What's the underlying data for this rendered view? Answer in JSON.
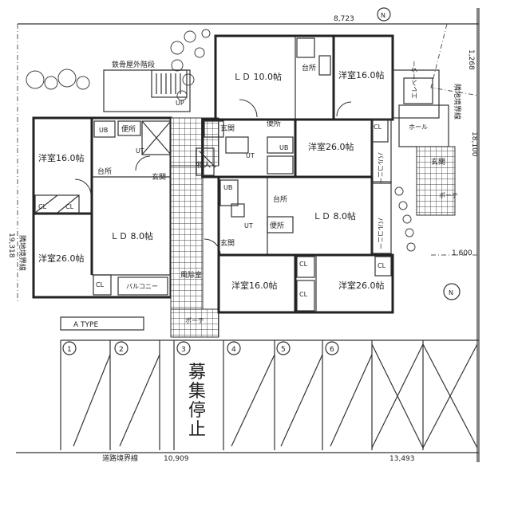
{
  "plan": {
    "type_label": "A TYPE",
    "dimensions": {
      "top_width": "8,723",
      "left_depth": "19,318",
      "road_left": "10,909",
      "road_right": "13,493",
      "right_depth": "18,100",
      "right_top": "1,268",
      "right_offset": "1,600"
    },
    "boundaries": {
      "left": "隣地境界線",
      "right": "隣地境界線",
      "road": "道路境界線"
    },
    "rooms": {
      "left_west_top": "洋室16.0帖",
      "left_west_bottom": "洋室26.0帖",
      "left_ld": "ＬＤ 8.0帖",
      "left_kitchen": "台所",
      "left_entrance": "玄関",
      "left_toilet": "便所",
      "left_ub": "UB",
      "left_ut": "UT",
      "left_cl1": "CL",
      "left_cl2": "CL",
      "left_cl3": "CL",
      "left_balcony": "バルコニー",
      "top_ld": "ＬＤ 10.0帖",
      "top_kitchen": "台所",
      "top_west1": "洋室16.0帖",
      "top_west2": "洋室26.0帖",
      "top_entrance": "玄関",
      "top_toilet": "便所",
      "top_ut": "UT",
      "top_ub": "UB",
      "top_cl": "CL",
      "top_balcony": "バルコニー",
      "storage": "物入",
      "mid_ub": "UB",
      "mid_kitchen": "台所",
      "mid_ld": "ＬＤ 8.0帖",
      "mid_ut": "UT",
      "mid_toilet": "便所",
      "mid_entrance": "玄関",
      "mid_balcony": "バルコニー",
      "bot_west1": "洋室16.0帖",
      "bot_west2": "洋室26.0帖",
      "bot_cl1": "CL",
      "bot_cl2": "CL",
      "bot_cl3": "CL",
      "windbreak": "風除室",
      "porch": "ポーチ",
      "stairs": "鉄骨屋外階段",
      "up": "UP",
      "elevator": "エレベーター",
      "hall": "ホール",
      "east_entrance": "玄関",
      "east_porch": "ポーチ"
    },
    "parking": {
      "spots": [
        "1",
        "2",
        "3",
        "4",
        "5",
        "6"
      ],
      "no_stop": [
        "募",
        "集",
        "停",
        "止"
      ]
    },
    "compass": "N"
  }
}
